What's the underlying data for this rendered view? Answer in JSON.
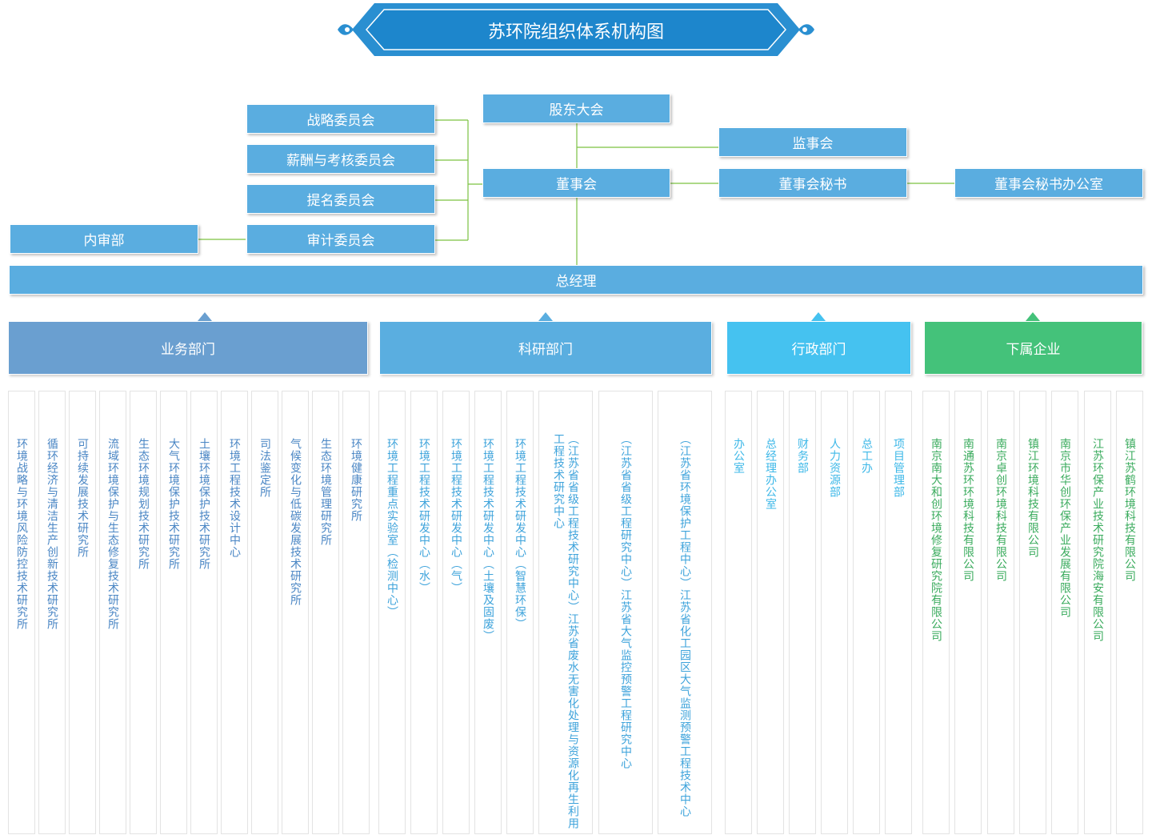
{
  "title": "苏环院组织体系机构图",
  "top": {
    "shareholders": "股东大会",
    "board": "董事会",
    "supervisors": "监事会",
    "secretary": "董事会秘书",
    "secretary_office": "董事会秘书办公室",
    "strategy_committee": "战略委员会",
    "compensation_committee": "薪酬与考核委员会",
    "nomination_committee": "提名委员会",
    "audit_committee": "审计委员会",
    "internal_audit": "内审部",
    "gm": "总经理"
  },
  "departments": [
    {
      "label": "业务部门",
      "color": "#6a9fd0",
      "items": [
        "环境战略与环境风险防控技术研究所",
        "循环经济与清洁生产创新技术研究所",
        "可持续发展技术研究所",
        "流域环境保护与生态修复技术研究所",
        "生态环境规划技术研究所",
        "大气环境保护技术研究所",
        "土壤环境保护技术研究所",
        "环境工程技术设计中心",
        "司法鉴定所",
        "气候变化与低碳发展技术研究所",
        "生态环境管理研究所",
        "环境健康研究所"
      ]
    },
    {
      "label": "科研部门",
      "color": "#5aaee0",
      "items": [
        "环境工程重点实验室（检测中心）",
        "环境工程技术研发中心（水）",
        "环境工程技术研发中心（气）",
        "环境工程技术研发中心（土壤及固废）",
        "环境工程技术研发中心（智慧环保）",
        "（江苏省省级工程技术研究中心）江苏省废水无害化处理与资源化再生利用工程技术研究中心",
        "（江苏省省级工程研究中心）江苏省大气监控预警工程研究中心",
        "（江苏省环境保护工程中心）江苏省化工园区大气监测预警工程技术中心"
      ]
    },
    {
      "label": "行政部门",
      "color": "#45c2f0",
      "items": [
        "办公室",
        "总经理办公室",
        "财务部",
        "人力资源部",
        "总工办",
        "项目管理部"
      ]
    },
    {
      "label": "下属企业",
      "color": "#44c27a",
      "items": [
        "南京南大和创环境修复研究院有限公司",
        "南通苏环环境科技有限公司",
        "南京卓创环境科技有限公司",
        "镇江环境科技有限公司",
        "南京市华创环保产业发展有限公司",
        "江苏环保产业技术研究院海安有限公司",
        "镇江苏鹤环境科技有限公司"
      ]
    }
  ]
}
